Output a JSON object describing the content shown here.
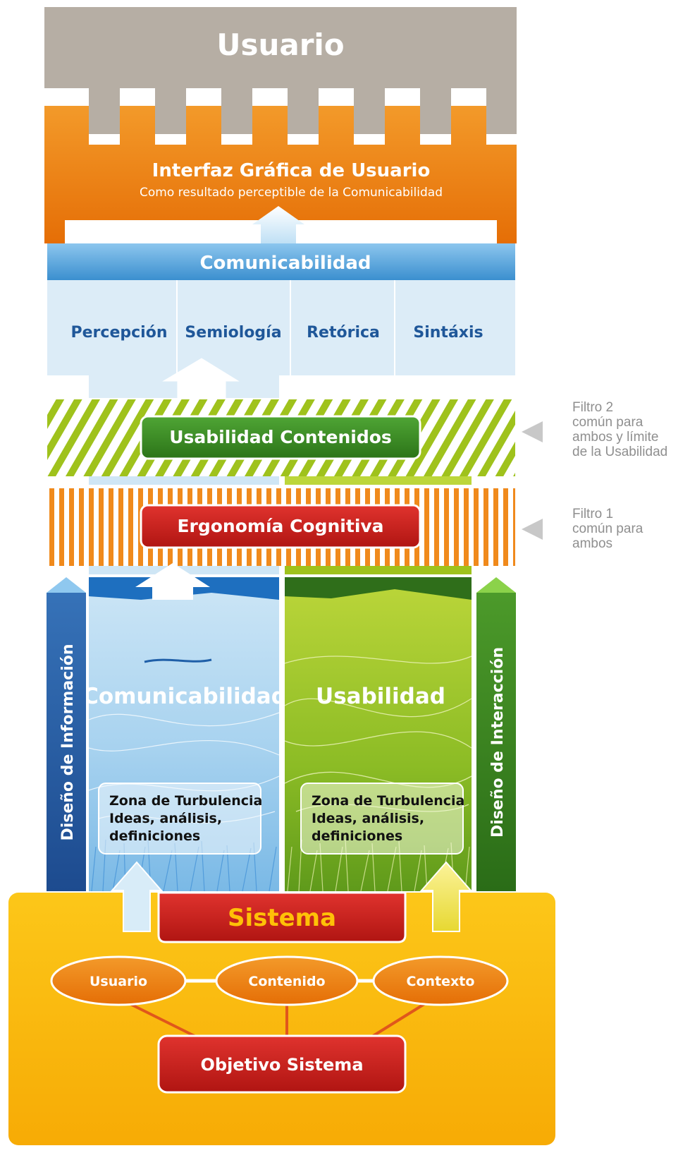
{
  "usuario_top": {
    "title": "Usuario"
  },
  "interfaz": {
    "title": "Interfaz Gráfica de Usuario",
    "subtitle": "Como resultado perceptible de la Comunicabilidad"
  },
  "comunicabilidad_header": {
    "title": "Comunicabilidad"
  },
  "disciplines": [
    "Percepción",
    "Semiología",
    "Retórica",
    "Sintáxis"
  ],
  "filtro2": {
    "box_label": "Usabilidad Contenidos",
    "note": "Filtro 2\ncomún para\nambos y límite\nde la Usabilidad"
  },
  "filtro1": {
    "box_label": "Ergonomía Cognitiva",
    "note": "Filtro 1\ncomún para\nambos"
  },
  "left_panel": {
    "side_label": "Diseño de Información",
    "title": "Comunicabilidad",
    "zone_title": "Zona de Turbulencia",
    "zone_line1": "Ideas, análisis,",
    "zone_line2": "definiciones"
  },
  "right_panel": {
    "side_label": "Diseño de Interacción",
    "title": "Usabilidad",
    "zone_title": "Zona de Turbulencia",
    "zone_line1": "Ideas, análisis,",
    "zone_line2": "definiciones"
  },
  "sistema": {
    "title": "Sistema",
    "nodes": [
      "Usuario",
      "Contenido",
      "Contexto"
    ],
    "objective": "Objetivo Sistema"
  },
  "colors": {
    "usuario_gray": "#b8b0a6",
    "interfaz_orange": "#ef7d12",
    "comunic_blue": "#5aa4dc",
    "light_blue": "#dcedf8",
    "usabilidad_green": "#3e8f2a",
    "ergonomia_red": "#c9201e",
    "sistema_yellow": "#fbbf0a"
  }
}
